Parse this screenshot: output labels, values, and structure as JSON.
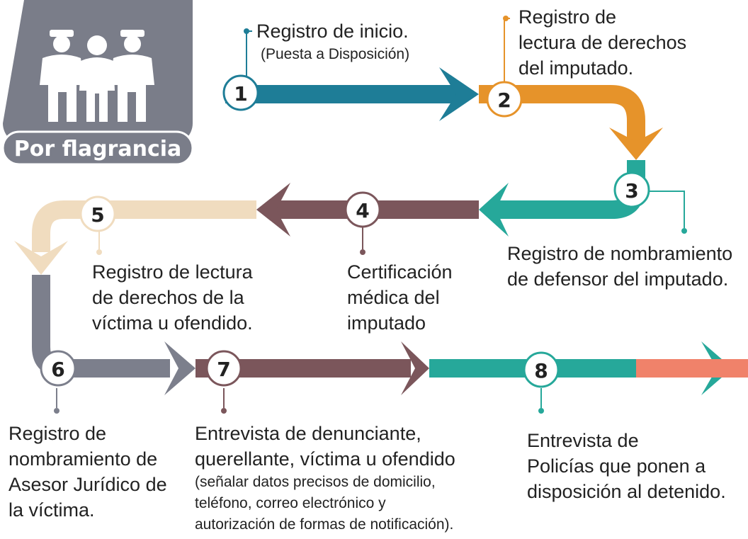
{
  "badge": {
    "label": "Por flagrancia",
    "icon": "police-escort-icon"
  },
  "colors": {
    "blue": "#1e7d97",
    "orange": "#e6932a",
    "teal": "#26a89a",
    "maroon": "#7b565b",
    "beige": "#f0dcbf",
    "gray": "#7c7f8c",
    "salmon": "#f0826a",
    "badge": "#7a7d89"
  },
  "steps": [
    {
      "number": "1",
      "lines": [
        "Registro de inicio."
      ],
      "sub": [
        "(Puesta a Disposición)"
      ]
    },
    {
      "number": "2",
      "lines": [
        "Registro de",
        "lectura de derechos",
        "del imputado."
      ],
      "sub": []
    },
    {
      "number": "3",
      "lines": [
        "Registro de nombramiento",
        "de defensor del imputado."
      ],
      "sub": []
    },
    {
      "number": "4",
      "lines": [
        "Certificación",
        "médica del",
        "imputado"
      ],
      "sub": []
    },
    {
      "number": "5",
      "lines": [
        "Registro de lectura",
        "de derechos de la",
        "víctima u ofendido."
      ],
      "sub": []
    },
    {
      "number": "6",
      "lines": [
        "Registro de",
        "nombramiento de",
        "Asesor Jurídico de",
        "la víctima."
      ],
      "sub": []
    },
    {
      "number": "7",
      "lines": [
        "Entrevista de denunciante,",
        "querellante, víctima u ofendido"
      ],
      "sub": [
        "(señalar datos precisos de domicilio,",
        "teléfono, correo electrónico y",
        "autorización de formas de notificación)."
      ]
    },
    {
      "number": "8",
      "lines": [
        "Entrevista de",
        "Policías que ponen a",
        "disposición al detenido."
      ],
      "sub": []
    }
  ]
}
